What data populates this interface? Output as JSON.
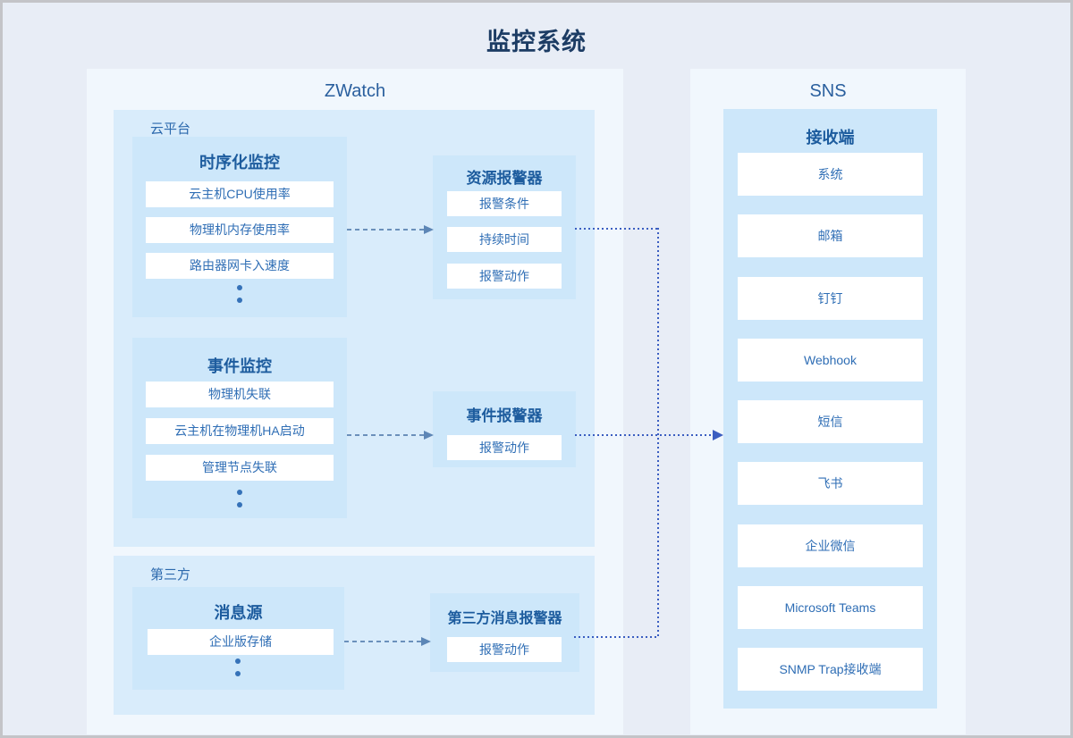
{
  "title": "监控系统",
  "colors": {
    "background": "#e8edf6",
    "big_panel": "#f1f7fd",
    "group_panel": "#d9ecfb",
    "node_box": "#cde7fa",
    "item_box": "#ffffff",
    "title_text": "#1c3c64",
    "header_text": "#2a5f9e",
    "node_title_text": "#1d5c9e",
    "item_text": "#2f6eb5",
    "dashed_arrow": "#6b90bb",
    "dotted_connector": "#3b5ec1",
    "border": "#c3c4c8"
  },
  "zwatch": {
    "header": "ZWatch",
    "cloud": {
      "label": "云平台",
      "timeseries": {
        "title": "时序化监控",
        "items": [
          "云主机CPU使用率",
          "物理机内存使用率",
          "路由器网卡入速度"
        ]
      },
      "event": {
        "title": "事件监控",
        "items": [
          "物理机失联",
          "云主机在物理机HA启动",
          "管理节点失联"
        ]
      }
    },
    "third_party": {
      "label": "第三方",
      "message": {
        "title": "消息源",
        "items": [
          "企业版存储"
        ]
      }
    },
    "alarms": {
      "resource": {
        "title": "资源报警器",
        "items": [
          "报警条件",
          "持续时间",
          "报警动作"
        ]
      },
      "event": {
        "title": "事件报警器",
        "items": [
          "报警动作"
        ]
      },
      "third_party": {
        "title": "第三方消息报警器",
        "items": [
          "报警动作"
        ]
      }
    }
  },
  "sns": {
    "header": "SNS",
    "receiver": {
      "title": "接收端",
      "items": [
        "系统",
        "邮箱",
        "钉钉",
        "Webhook",
        "短信",
        "飞书",
        "企业微信",
        "Microsoft Teams",
        "SNMP Trap接收端"
      ]
    }
  }
}
